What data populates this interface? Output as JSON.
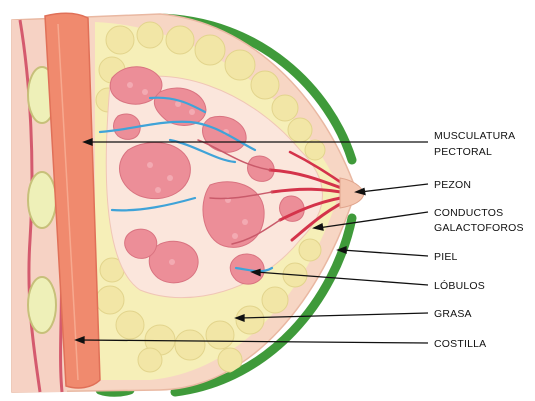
{
  "diagram": {
    "labels": {
      "musculatura_line1": "MUSCULATURA",
      "musculatura_line2": "PECTORAL",
      "pezon": "PEZON",
      "conductos_line1": "CONDUCTOS",
      "conductos_line2": "GALACTOFOROS",
      "piel": "PIEL",
      "lobulos": "LÓBULOS",
      "grasa": "GRASA",
      "costilla": "COSTILLA"
    },
    "colors": {
      "outline_ring": "#3f9a3a",
      "skin": "#f7d6c4",
      "fat": "#f6efb8",
      "muscle": "#f08a6e",
      "lobule": "#ec8e98",
      "rib": "#eef0b8",
      "duct": "#d4334a",
      "vessel": "#3fa3d8"
    }
  }
}
